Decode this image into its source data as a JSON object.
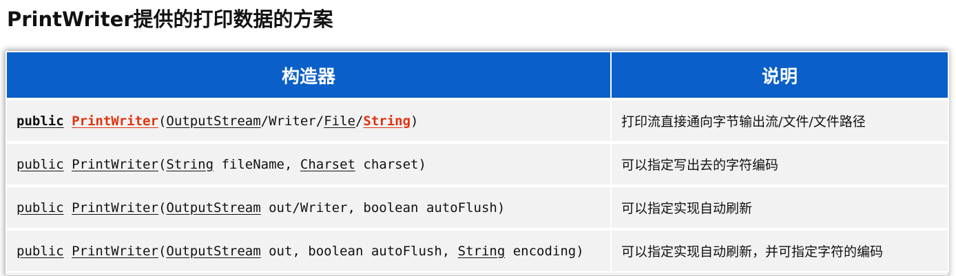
{
  "title": "PrintWriter提供的打印数据的方案",
  "table": {
    "headers": [
      "构造器",
      "说明"
    ],
    "rows": [
      {
        "public": "public",
        "name": "PrintWriter",
        "params": [
          "(",
          "OutputStream",
          "/Writer/",
          "File",
          "/",
          "String",
          ")"
        ],
        "desc": "打印流直接通向字节输出流/文件/文件路径"
      },
      {
        "public": "public",
        "name": "PrintWriter",
        "params": [
          "(",
          "String",
          " fileName, ",
          "Charset",
          " charset)"
        ],
        "desc": "可以指定写出去的字符编码"
      },
      {
        "public": "public",
        "name": "PrintWriter",
        "params": [
          "(",
          "OutputStream",
          " out/Writer, boolean autoFlush)"
        ],
        "desc": "可以指定实现自动刷新"
      },
      {
        "public": "public",
        "name": "PrintWriter",
        "params": [
          "(",
          "OutputStream",
          " out, boolean autoFlush, ",
          "String",
          " encoding)"
        ],
        "desc": "可以指定实现自动刷新，并可指定字符的编码"
      }
    ]
  },
  "colors": {
    "header_bg": "#0a5fc8",
    "row_bg": "#f2f2f2",
    "highlight": "#e0330f"
  }
}
